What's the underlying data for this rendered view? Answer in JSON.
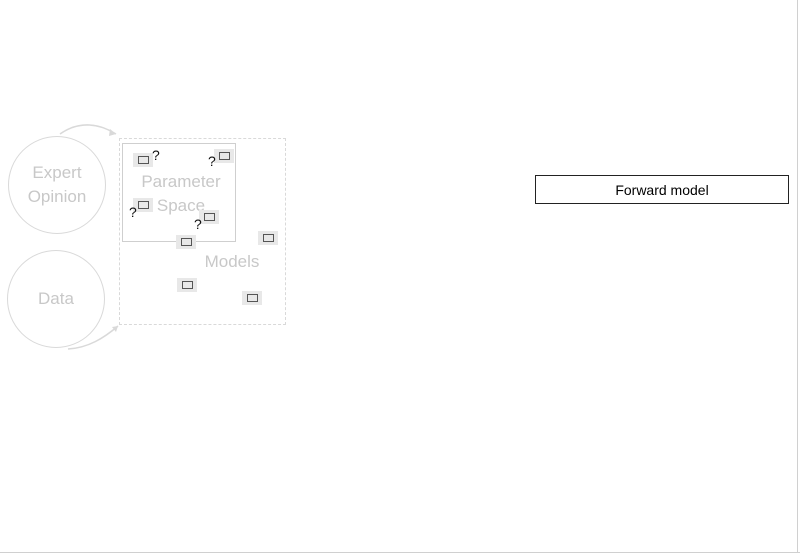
{
  "diagram": {
    "expert_opinion": "Expert\nOpinion",
    "data": "Data",
    "parameter_space": "Parameter\nSpace",
    "models": "Models",
    "forward_model": "Forward model",
    "question_mark": "?"
  },
  "colors": {
    "faded_text": "#c8c8c8",
    "faded_line": "#d9d9d9",
    "icon_fill": "#e8e8e8"
  },
  "icons": [
    "model-icon",
    "question-mark"
  ]
}
